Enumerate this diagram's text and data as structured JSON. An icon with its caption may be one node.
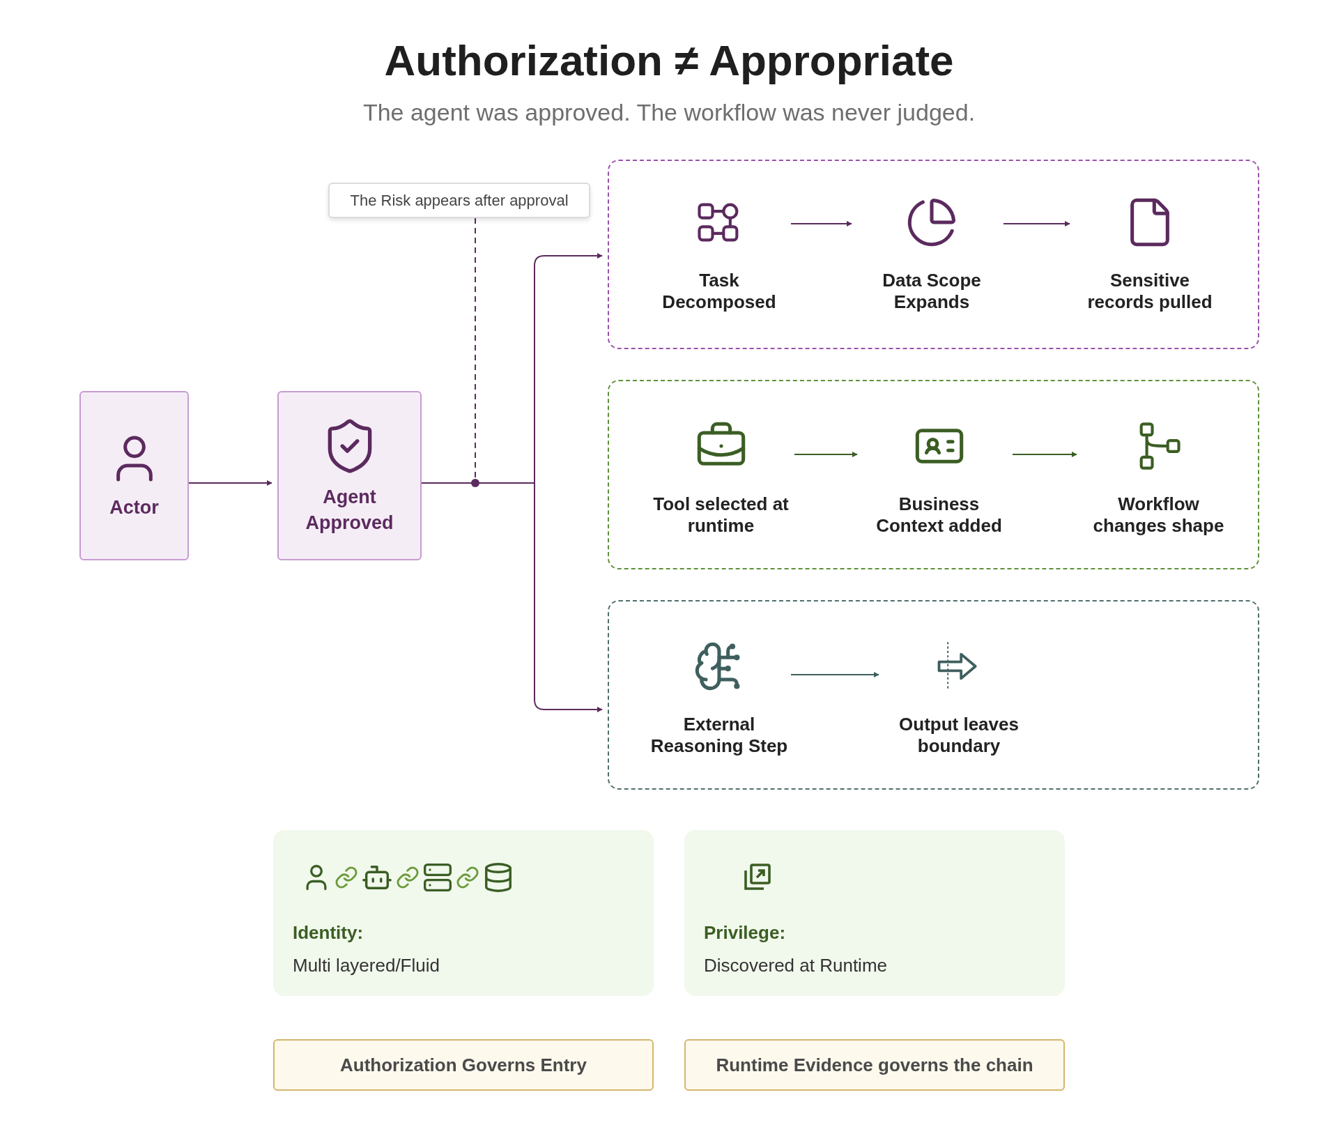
{
  "diagram": {
    "title": "Authorization ≠ Appropriate",
    "caption": "The agent was approved. The workflow was never judged.",
    "nodes": [
      {
        "text": [
          "The Risk appears after approval"
        ]
      },
      {
        "text": [
          "Actor"
        ]
      },
      {
        "text": [
          "Agent Approved"
        ]
      },
      {
        "text": [],
        "shape": "box"
      },
      {
        "text": [
          "Task Decomposed"
        ],
        "in": 3
      },
      {
        "text": [
          "Data Scope Expands"
        ],
        "in": 3
      },
      {
        "text": [
          "Sensitive records pulled"
        ],
        "in": 3
      },
      {
        "text": [],
        "shape": "box"
      },
      {
        "text": [
          "Tool selected at runtime"
        ],
        "in": 7
      },
      {
        "text": [
          "Business Context added"
        ],
        "in": 7
      },
      {
        "text": [
          "Workflow changes shape"
        ],
        "in": 7
      },
      {
        "text": [],
        "shape": "box"
      },
      {
        "text": [
          "External Reasoning Step"
        ],
        "in": 11
      },
      {
        "text": [
          "Output leaves boundary"
        ],
        "in": 11
      },
      {
        "text": [
          "Identity:",
          "Multi layered/Fluid"
        ]
      },
      {
        "text": [
          "Privilege:",
          "Discovered at Runtime"
        ]
      },
      {
        "text": [
          "Authorization Governs Entry"
        ]
      },
      {
        "text": [
          "Runtime Evidence governs the chain"
        ]
      }
    ],
    "edges": [
      {
        "from": 0,
        "to": null,
        "arrow": "other",
        "style": "dashed"
      },
      {
        "from": 1,
        "to": 2,
        "arrow": "to"
      },
      {
        "from": 2,
        "to": 3,
        "arrow": "to"
      },
      {
        "from": 2,
        "to": 11,
        "arrow": "to"
      },
      {
        "from": 4,
        "to": 5,
        "arrow": "to"
      },
      {
        "from": 5,
        "to": 6,
        "arrow": "to"
      },
      {
        "from": 8,
        "to": 9,
        "arrow": "to",
        "color": "#3b5e24"
      },
      {
        "from": 9,
        "to": 10,
        "arrow": "to",
        "color": "#3b5e24"
      },
      {
        "from": 12,
        "to": 13,
        "arrow": "to",
        "color": "#3f5f5e"
      }
    ]
  }
}
